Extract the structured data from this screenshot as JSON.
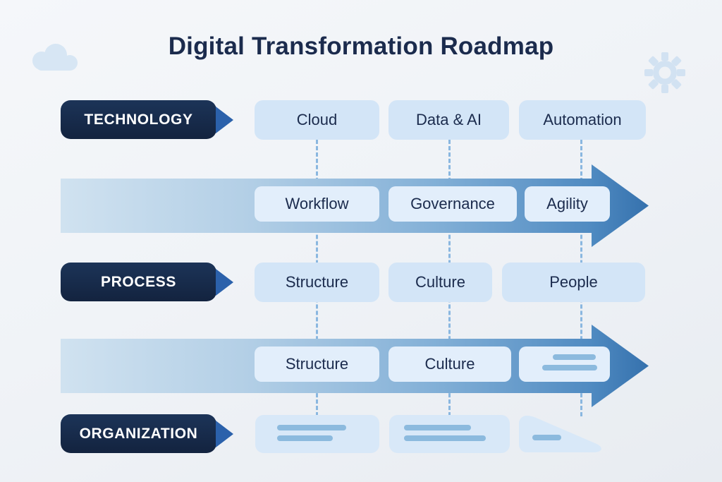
{
  "title": "Digital Transformation Roadmap",
  "rows": [
    {
      "label": "TECHNOLOGY",
      "chips": [
        "Cloud",
        "Data & AI",
        "Automation"
      ]
    },
    {
      "label": "PROCESS",
      "chips": [
        "Structure",
        "Culture",
        "People"
      ]
    },
    {
      "label": "ORGANIZATION",
      "chips": []
    }
  ],
  "bands": [
    {
      "chips": [
        "Workflow",
        "Governance",
        "Agility"
      ]
    },
    {
      "chips": [
        "Structure",
        "Culture"
      ]
    }
  ],
  "icons": [
    "cloud-icon",
    "gear-icon"
  ],
  "colors": {
    "background": "#eff2f6",
    "title_text": "#1b2b4d",
    "pill_navy": "#15294c",
    "pill_arrow_blue": "#2b61ab",
    "chip_blue": "#d3e5f7",
    "band_chip_blue": "#e2eefb",
    "chip_text_navy": "#1b2b4d",
    "band_gradient_light": "#d0e2f0",
    "band_gradient_dark": "#3571ad",
    "dashed_line_blue": "#8ab7e0",
    "skeleton_line_blue": "#8cbade",
    "decor_light_blue": "#d7e6f4"
  }
}
